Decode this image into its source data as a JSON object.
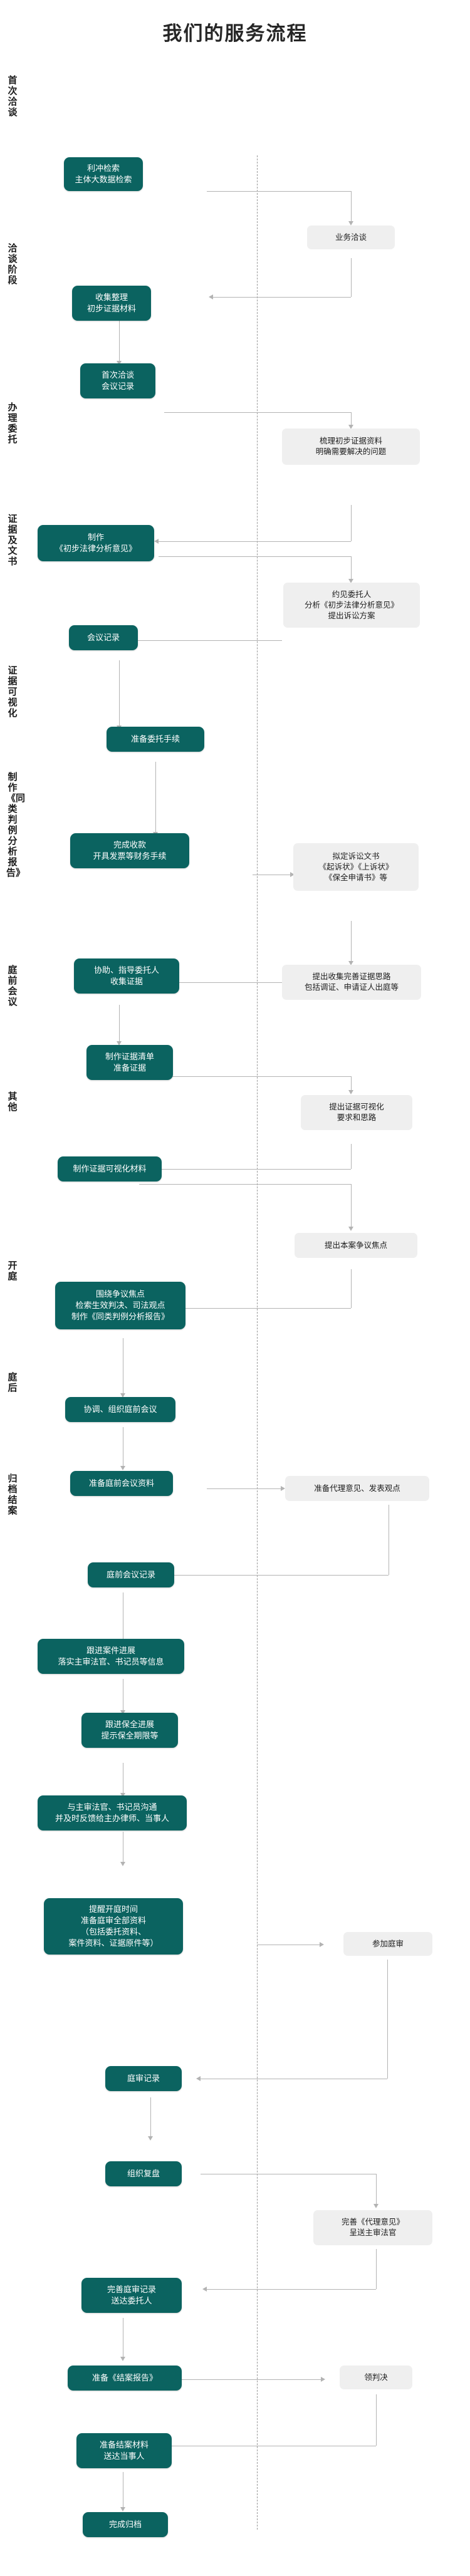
{
  "title": "我们的服务流程",
  "colors": {
    "node_fill": "#0b6360",
    "node_text": "#ffffff",
    "note_fill": "#efefef",
    "note_text": "#1c1c1c",
    "connector": "#b3b3b3",
    "divider": "#9a9a9a",
    "background": "#ffffff"
  },
  "stages": [
    {
      "label": "首次洽谈"
    },
    {
      "label": "洽谈阶段"
    },
    {
      "label": "办理委托"
    },
    {
      "label": "证据及文书"
    },
    {
      "label": "证据可视化"
    },
    {
      "label": "制作《同类判例分析报告》"
    },
    {
      "label": "庭前会议"
    },
    {
      "label": "其他"
    },
    {
      "label": "开庭"
    },
    {
      "label": "庭后"
    },
    {
      "label": "归档结案"
    }
  ],
  "nodes": [
    {
      "id": "n1",
      "text": "利冲检索\n主体大数据检索"
    },
    {
      "id": "n2",
      "text": "收集整理\n初步证据材料"
    },
    {
      "id": "n3",
      "text": "首次洽谈\n会议记录"
    },
    {
      "id": "n4",
      "text": "制作\n《初步法律分析意见》"
    },
    {
      "id": "n5",
      "text": "会议记录"
    },
    {
      "id": "n6",
      "text": "准备委托手续"
    },
    {
      "id": "n7",
      "text": "完成收款\n开具发票等财务手续"
    },
    {
      "id": "n8",
      "text": "协助、指导委托人\n收集证据"
    },
    {
      "id": "n9",
      "text": "制作证据清单\n准备证据"
    },
    {
      "id": "n10",
      "text": "制作证据可视化材料"
    },
    {
      "id": "n11",
      "text": "围绕争议焦点\n检索生效判决、司法观点\n制作《同类判例分析报告》"
    },
    {
      "id": "n12",
      "text": "协调、组织庭前会议"
    },
    {
      "id": "n13",
      "text": "准备庭前会议资料"
    },
    {
      "id": "n14",
      "text": "庭前会议记录"
    },
    {
      "id": "n15",
      "text": "跟进案件进展\n落实主审法官、书记员等信息"
    },
    {
      "id": "n16",
      "text": "跟进保全进展\n提示保全期限等"
    },
    {
      "id": "n17",
      "text": "与主审法官、书记员沟通\n并及时反馈给主办律师、当事人"
    },
    {
      "id": "n18",
      "text": "提醒开庭时间\n准备庭审全部资料\n（包括委托资料、\n案件资料、证据原件等）"
    },
    {
      "id": "n19",
      "text": "庭审记录"
    },
    {
      "id": "n20",
      "text": "组织复盘"
    },
    {
      "id": "n21",
      "text": "完善庭审记录\n送达委托人"
    },
    {
      "id": "n22",
      "text": "准备《结案报告》"
    },
    {
      "id": "n23",
      "text": "准备结案材料\n送达当事人"
    },
    {
      "id": "n24",
      "text": "完成归档"
    }
  ],
  "notes": [
    {
      "id": "a1",
      "text": "业务洽谈"
    },
    {
      "id": "a2",
      "text": "梳理初步证据资料\n明确需要解决的问题"
    },
    {
      "id": "a3",
      "text": "约见委托人\n分析《初步法律分析意见》\n提出诉讼方案"
    },
    {
      "id": "a4",
      "text": "拟定诉讼文书\n《起诉状》《上诉状》\n《保全申请书》等"
    },
    {
      "id": "a5",
      "text": "提出收集完善证据思路\n包括调证、申请证人出庭等"
    },
    {
      "id": "a6",
      "text": "提出证据可视化\n要求和思路"
    },
    {
      "id": "a7",
      "text": "提出本案争议焦点"
    },
    {
      "id": "a8",
      "text": "准备代理意见、发表观点"
    },
    {
      "id": "a9",
      "text": "参加庭审"
    },
    {
      "id": "a10",
      "text": "完善《代理意见》\n呈送主审法官"
    },
    {
      "id": "a11",
      "text": "领判决"
    }
  ]
}
